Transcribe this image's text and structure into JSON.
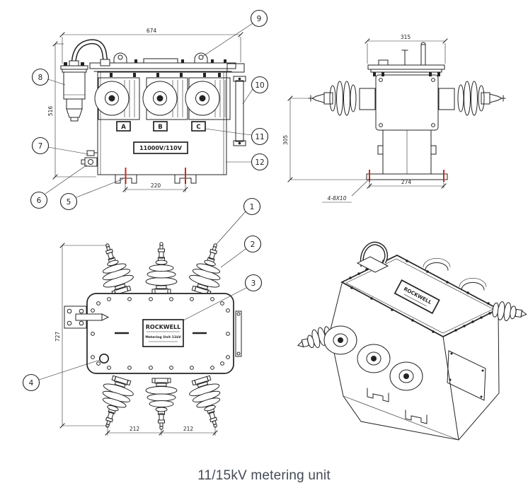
{
  "caption": "11/15kV metering unit",
  "nameplates": {
    "brand": "ROCKWELL",
    "line2": "Metering Unit 11kV",
    "front_plate": "11000V/110V"
  },
  "phase_labels": [
    "A",
    "B",
    "C"
  ],
  "dimensions": {
    "front": {
      "width": "674",
      "height": "516",
      "foot_pitch": "220"
    },
    "side": {
      "top_width": "315",
      "base_width": "274",
      "height": "305",
      "slot_note": "4-8X10"
    },
    "plan": {
      "height": "727",
      "pitch_left": "212",
      "pitch_right": "212"
    }
  },
  "callouts": [
    {
      "n": "1"
    },
    {
      "n": "2"
    },
    {
      "n": "3"
    },
    {
      "n": "4"
    },
    {
      "n": "5"
    },
    {
      "n": "6"
    },
    {
      "n": "7"
    },
    {
      "n": "8"
    },
    {
      "n": "9"
    },
    {
      "n": "10"
    },
    {
      "n": "11"
    },
    {
      "n": "12"
    }
  ]
}
